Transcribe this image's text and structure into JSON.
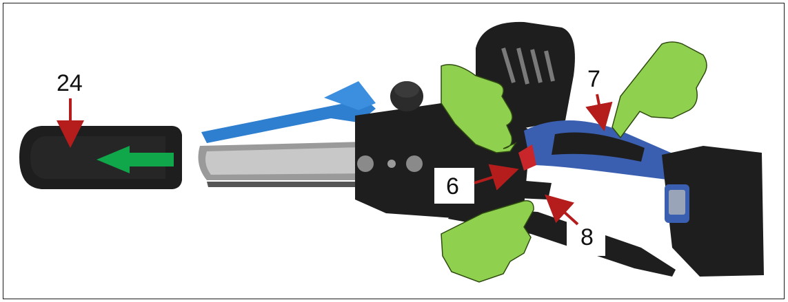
{
  "callouts": {
    "c24": "24",
    "c7": "7",
    "c6": "6",
    "c8": "8"
  },
  "colors": {
    "body_black": "#1e1e1e",
    "body_dark": "#2b2b2b",
    "handle_blue": "#3a5fb0",
    "lever_blue": "#2f7fd0",
    "guard_red": "#c8262b",
    "hand_green": "#8fd14f",
    "arrow_green": "#10a64a",
    "callout_arrow": "#b51d1d"
  },
  "icons": {
    "direction_arrow": "arrow-left",
    "hands": "pointing-hand"
  }
}
